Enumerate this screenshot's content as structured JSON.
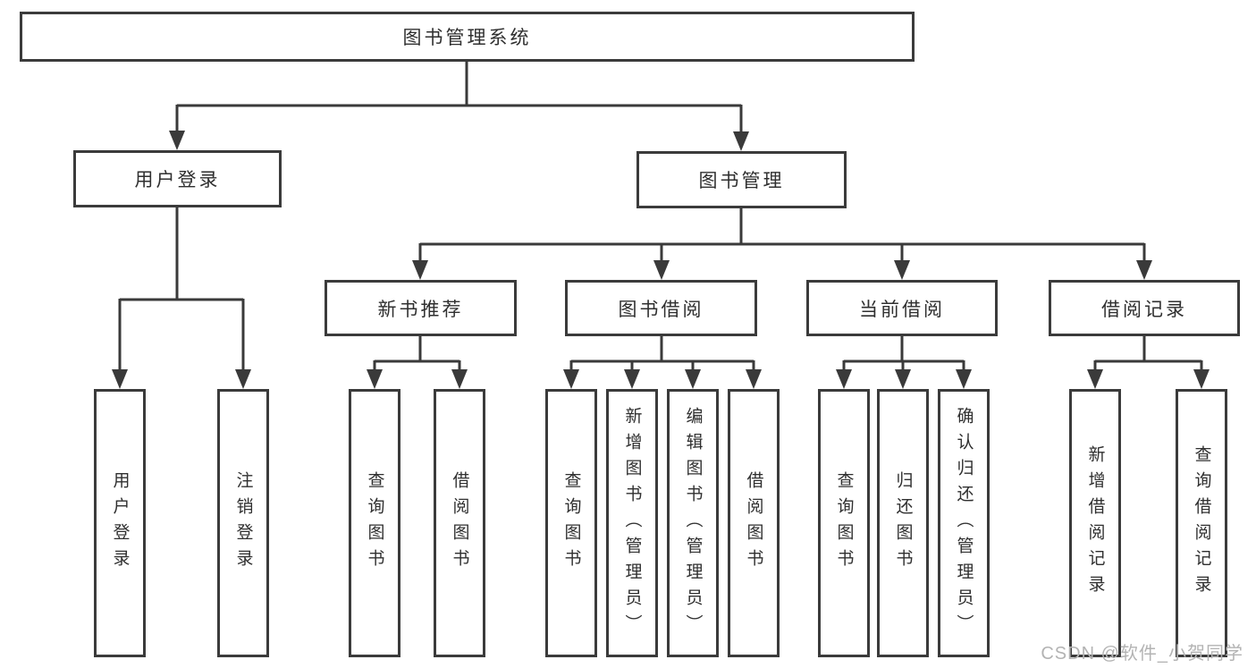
{
  "tree": {
    "root": {
      "label": "图书管理系统"
    },
    "level2": [
      {
        "label": "用户登录"
      },
      {
        "label": "图书管理"
      }
    ],
    "level3": [
      {
        "label": "新书推荐"
      },
      {
        "label": "图书借阅"
      },
      {
        "label": "当前借阅"
      },
      {
        "label": "借阅记录"
      }
    ],
    "leaves": {
      "user": [
        {
          "label": "用户登录"
        },
        {
          "label": "注销登录"
        }
      ],
      "recommend": [
        {
          "label": "查询图书"
        },
        {
          "label": "借阅图书"
        }
      ],
      "borrow": [
        {
          "label": "查询图书"
        },
        {
          "label": "新增图书（管理员）"
        },
        {
          "label": "编辑图书（管理员）"
        },
        {
          "label": "借阅图书"
        }
      ],
      "current": [
        {
          "label": "查询图书"
        },
        {
          "label": "归还图书"
        },
        {
          "label": "确认归还（管理员）"
        }
      ],
      "records": [
        {
          "label": "新增借阅记录"
        },
        {
          "label": "查询借阅记录"
        }
      ]
    }
  },
  "watermark": {
    "text": "CSDN @软件_小贺同学"
  },
  "colors": {
    "line": "#3a3a3a",
    "box_border": "#3b3b3b",
    "text": "#2f2f2f",
    "background": "#ffffff",
    "watermark": "#b3b3b3"
  }
}
